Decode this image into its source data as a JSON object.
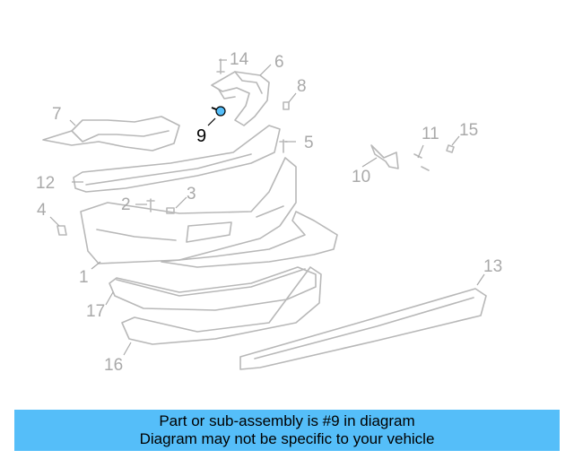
{
  "diagram": {
    "highlight_color": "#55bef9",
    "highlighted_part": "9",
    "callouts": {
      "c1": "1",
      "c2": "2",
      "c3": "3",
      "c4": "4",
      "c5": "5",
      "c6": "6",
      "c7": "7",
      "c8": "8",
      "c9": "9",
      "c10": "10",
      "c11": "11",
      "c12": "12",
      "c13": "13",
      "c14": "14",
      "c15": "15",
      "c16": "16",
      "c17": "17"
    }
  },
  "banner": {
    "line1": "Part or sub-assembly is #9 in diagram",
    "line2": "Diagram may not be specific to your vehicle"
  }
}
